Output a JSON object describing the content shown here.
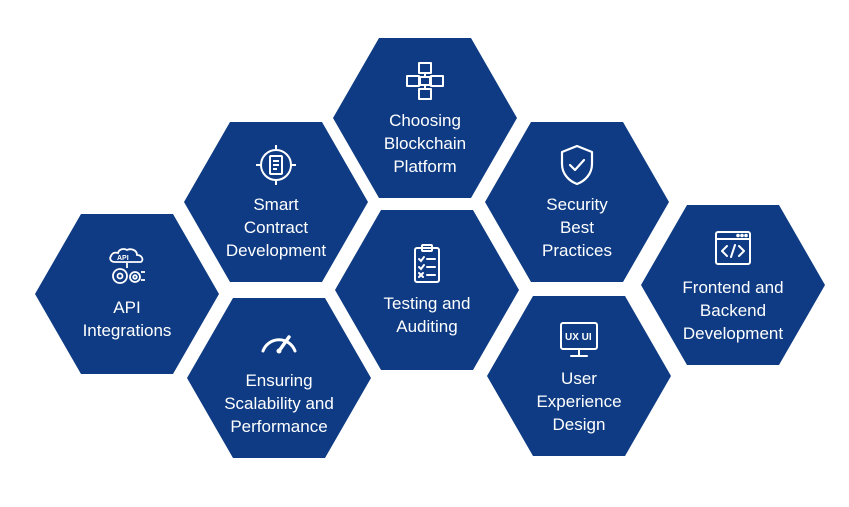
{
  "colors": {
    "hexagon": "#0e3b83",
    "text": "#ffffff",
    "background": "#ffffff"
  },
  "hexagons": [
    {
      "id": "choosing-blockchain-platform",
      "label": "Choosing\nBlockchain\nPlatform",
      "icon": "blockchain-cubes-icon"
    },
    {
      "id": "smart-contract-development",
      "label": "Smart\nContract\nDevelopment",
      "icon": "smart-contract-document-icon"
    },
    {
      "id": "security-best-practices",
      "label": "Security\nBest\nPractices",
      "icon": "shield-check-icon"
    },
    {
      "id": "api-integrations",
      "label": "API\nIntegrations",
      "icon": "api-gears-icon"
    },
    {
      "id": "testing-and-auditing",
      "label": "Testing and\nAuditing",
      "icon": "checklist-clipboard-icon"
    },
    {
      "id": "frontend-and-backend-development",
      "label": "Frontend and\nBackend\nDevelopment",
      "icon": "code-window-icon"
    },
    {
      "id": "ensuring-scalability-and-performance",
      "label": "Ensuring\nScalability and\nPerformance",
      "icon": "speedometer-icon"
    },
    {
      "id": "user-experience-design",
      "label": "User\nExperience\nDesign",
      "icon": "ux-ui-monitor-icon"
    }
  ],
  "icon_text": {
    "api": "API",
    "ux_ui": "UX UI"
  }
}
